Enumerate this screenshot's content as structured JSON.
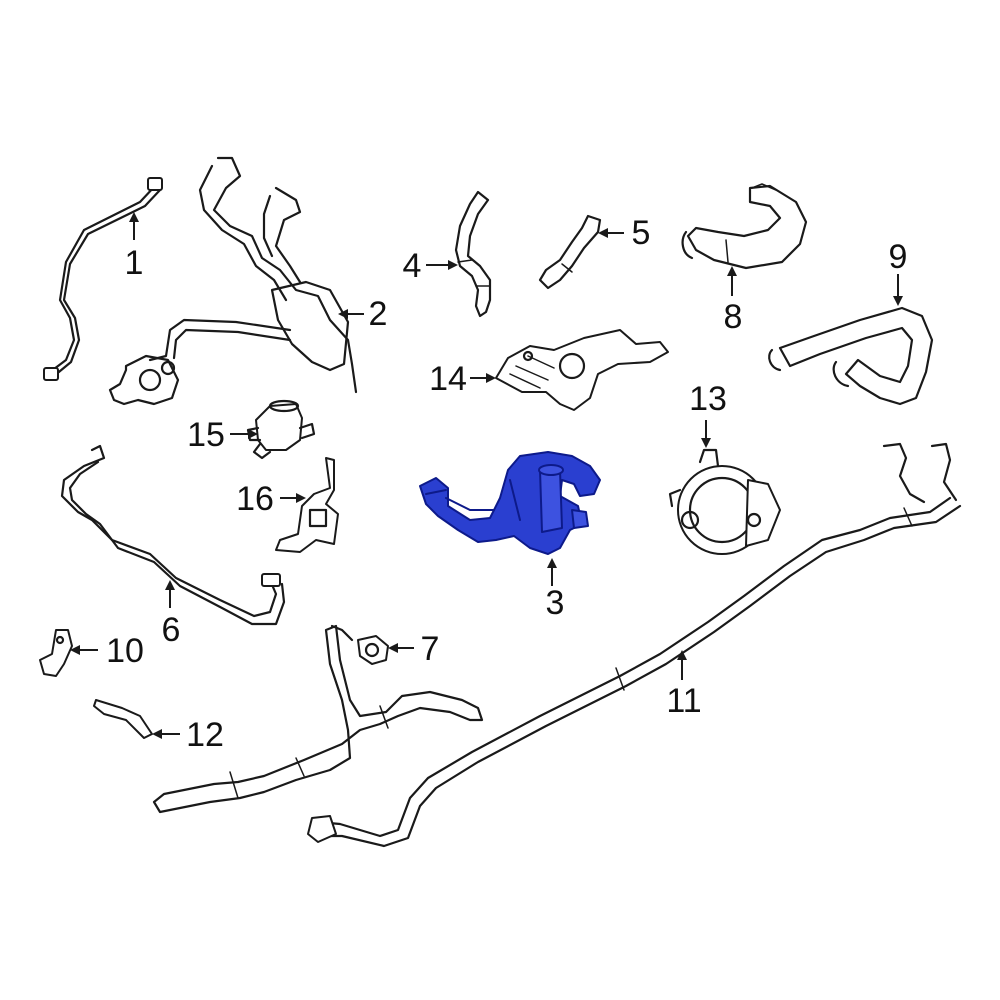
{
  "colors": {
    "line": "#1a1a1a",
    "highlight": "#2a3fd0",
    "highlight_edge": "#0d1a8a",
    "background": "#ffffff"
  },
  "highlighted_part": "3",
  "callouts": {
    "c1": "1",
    "c2": "2",
    "c3": "3",
    "c4": "4",
    "c5": "5",
    "c6": "6",
    "c7": "7",
    "c8": "8",
    "c9": "9",
    "c10": "10",
    "c11": "11",
    "c12": "12",
    "c13": "13",
    "c14": "14",
    "c15": "15",
    "c16": "16"
  }
}
